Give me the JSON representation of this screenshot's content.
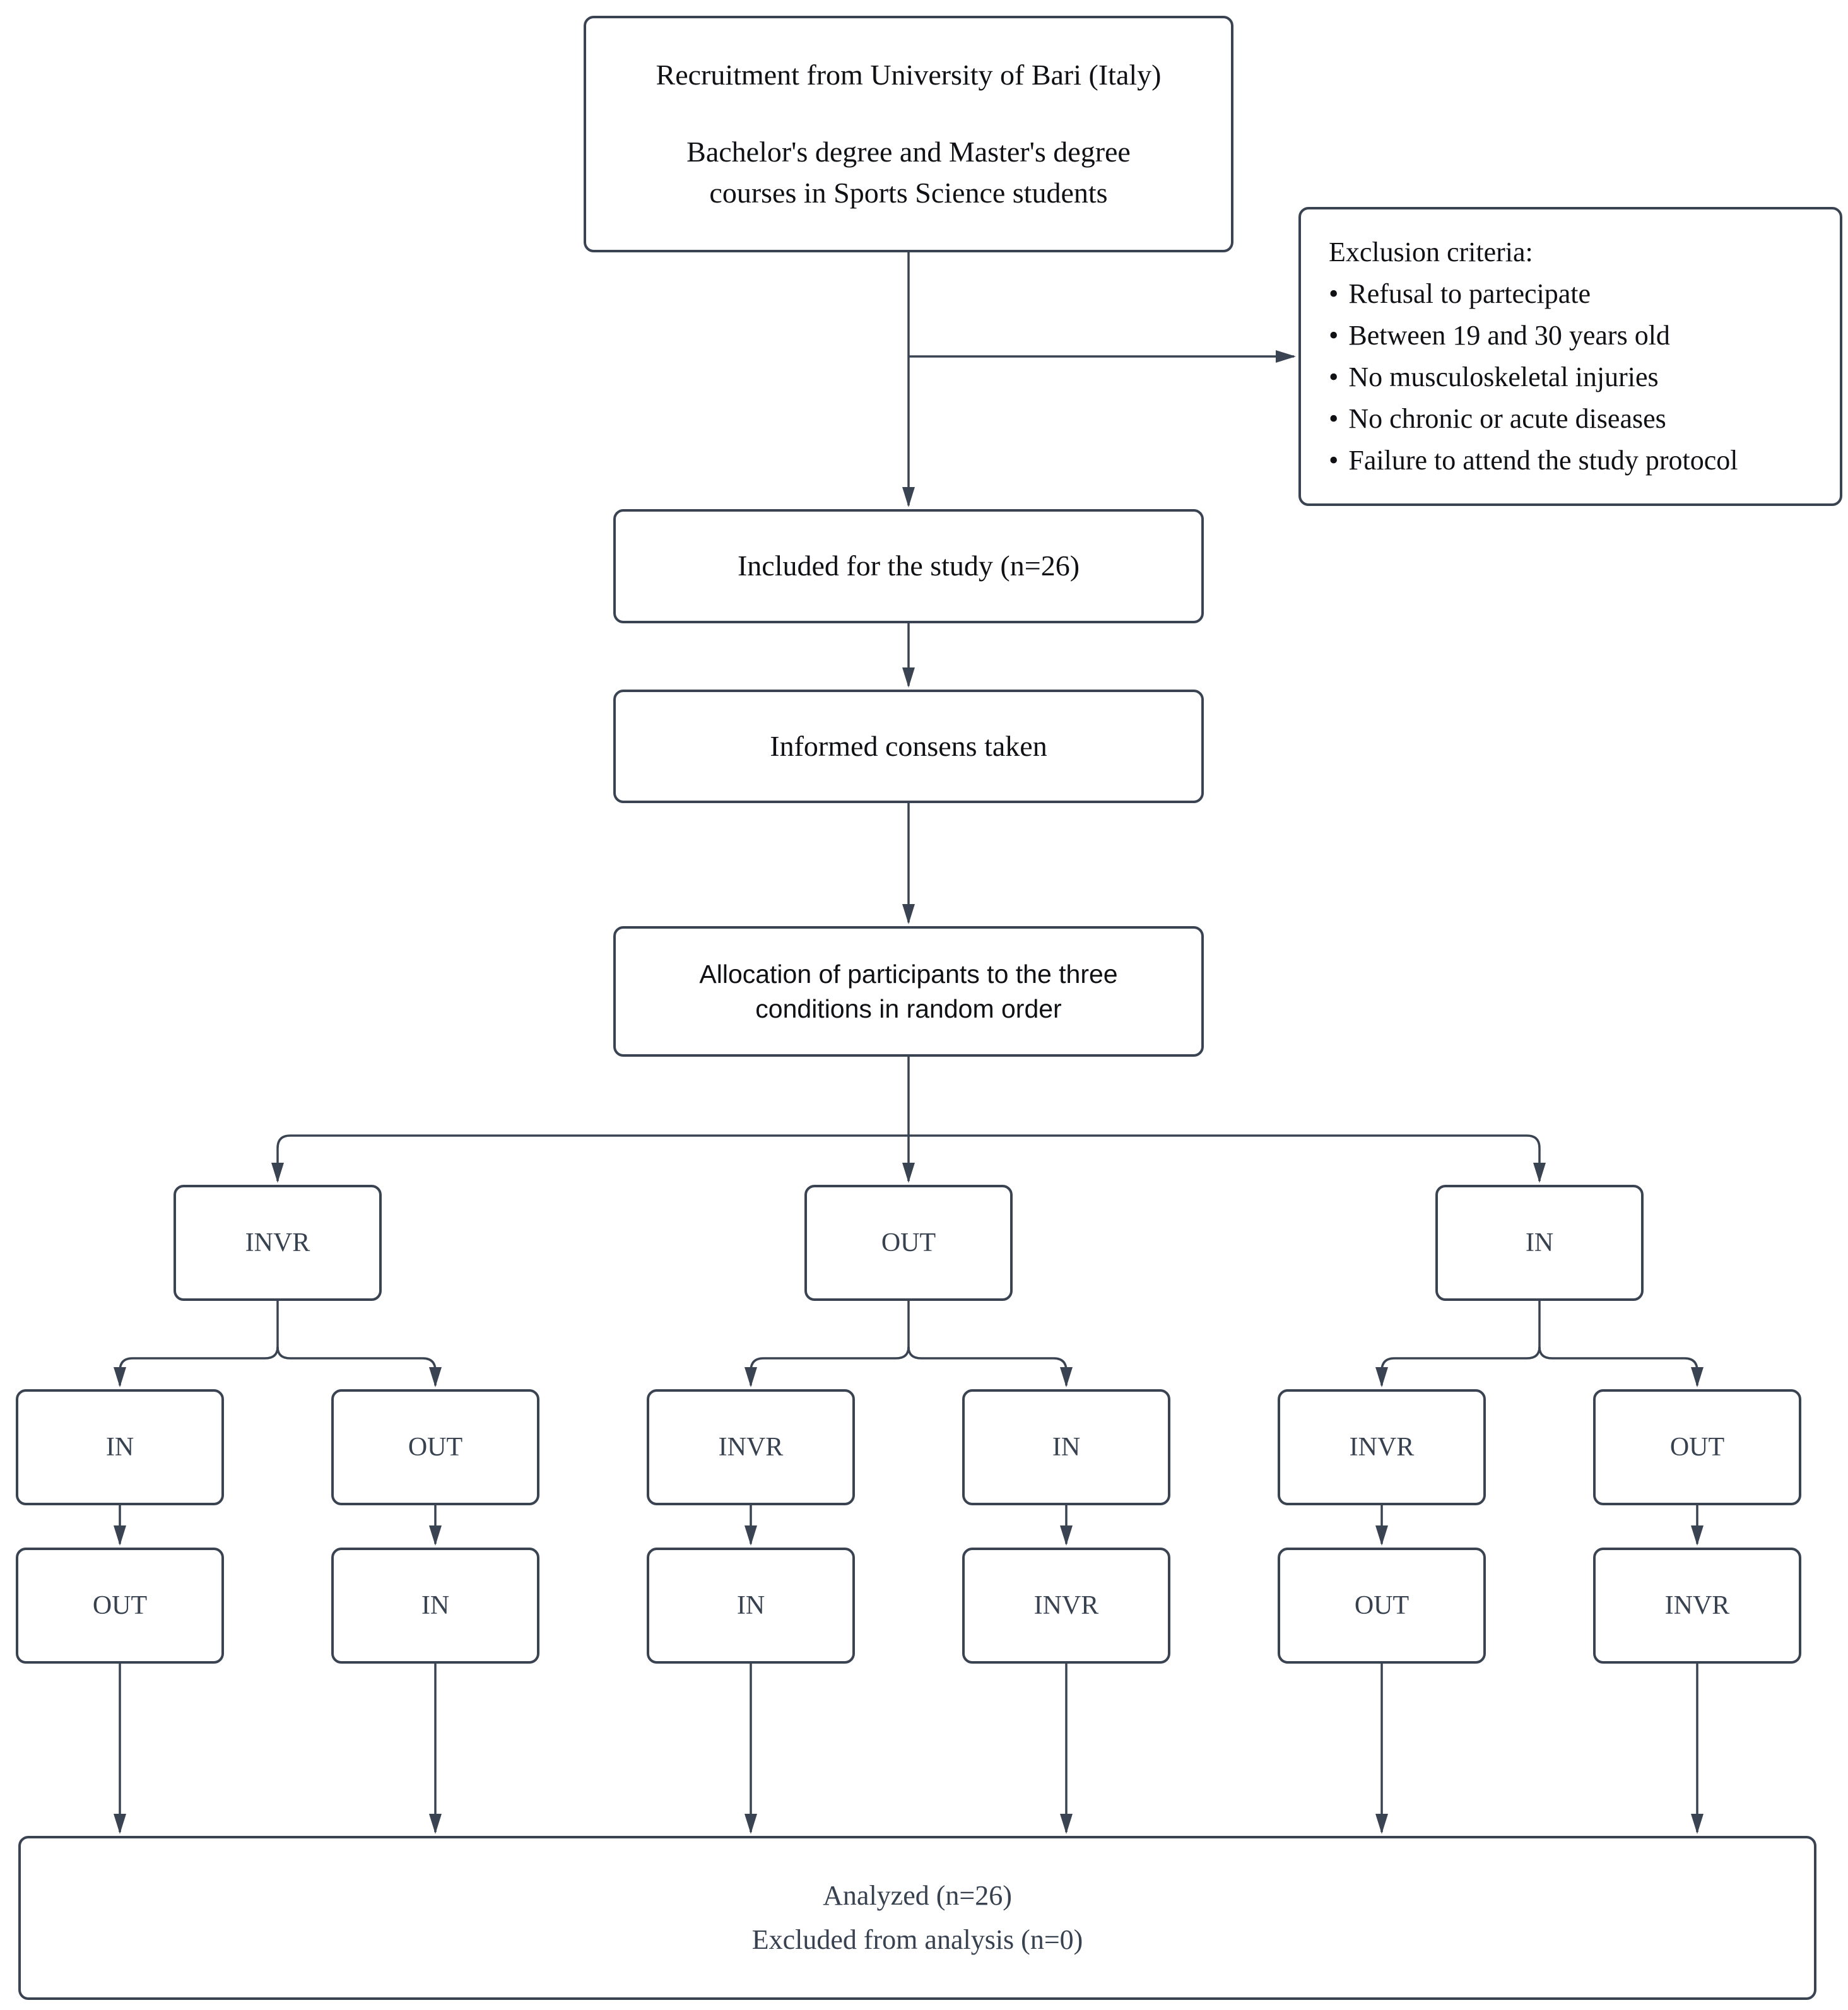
{
  "diagram": {
    "recruitment": {
      "line1": "Recruitment from University of Bari (Italy)",
      "line2": "Bachelor's degree and Master's degree",
      "line3": "courses in Sports Science students"
    },
    "exclusion": {
      "title": "Exclusion criteria:",
      "bullet": "•",
      "items": [
        "Refusal to partecipate",
        "Between 19 and 30 years old",
        "No musculoskeletal injuries",
        "No chronic or acute diseases",
        "Failure to attend the study protocol"
      ]
    },
    "included": "Included for the study (n=26)",
    "informed": "Informed consens taken",
    "allocation": {
      "line1": "Allocation of participants to the three",
      "line2": "conditions in random order"
    },
    "level1": [
      "INVR",
      "OUT",
      "IN"
    ],
    "level2": [
      "IN",
      "OUT",
      "INVR",
      "IN",
      "INVR",
      "OUT"
    ],
    "level3": [
      "OUT",
      "IN",
      "IN",
      "INVR",
      "OUT",
      "INVR"
    ],
    "analyzed": {
      "line1": "Analyzed (n=26)",
      "line2": "Excluded from analysis (n=0)"
    }
  },
  "colors": {
    "line": "#3a4351",
    "text": "#101114",
    "label_text": "#37414f",
    "background": "#ffffff"
  }
}
